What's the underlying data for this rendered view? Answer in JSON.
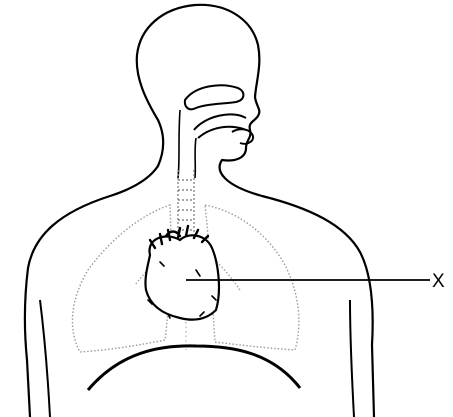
{
  "diagram": {
    "labels": [
      {
        "id": "X",
        "text": "X",
        "target": "heart"
      }
    ],
    "colors": {
      "outline": "#000000",
      "lung_stipple": "#9a9a9a",
      "background": "#ffffff"
    }
  }
}
